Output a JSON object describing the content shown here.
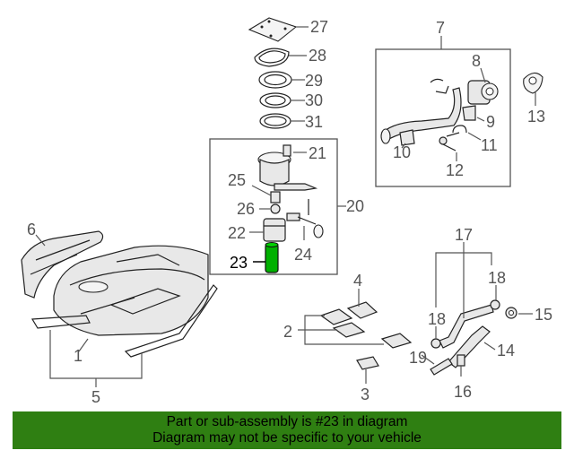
{
  "callouts": {
    "c1": "1",
    "c2": "2",
    "c3": "3",
    "c4": "4",
    "c5": "5",
    "c6": "6",
    "c7": "7",
    "c8": "8",
    "c9": "9",
    "c10": "10",
    "c11": "11",
    "c12": "12",
    "c13": "13",
    "c14": "14",
    "c15": "15",
    "c16": "16",
    "c17": "17",
    "c18a": "18",
    "c18b": "18",
    "c19": "19",
    "c20": "20",
    "c21": "21",
    "c22": "22",
    "c23": "23",
    "c24": "24",
    "c25": "25",
    "c26": "26",
    "c27": "27",
    "c28": "28",
    "c29": "29",
    "c30": "30",
    "c31": "31"
  },
  "highlight": {
    "part_number": "23",
    "color": "#00a000"
  },
  "banner": {
    "line1": "Part or sub-assembly is #23 in diagram",
    "line2": "Diagram may not be specific to your vehicle",
    "background": "#2f7f12"
  }
}
